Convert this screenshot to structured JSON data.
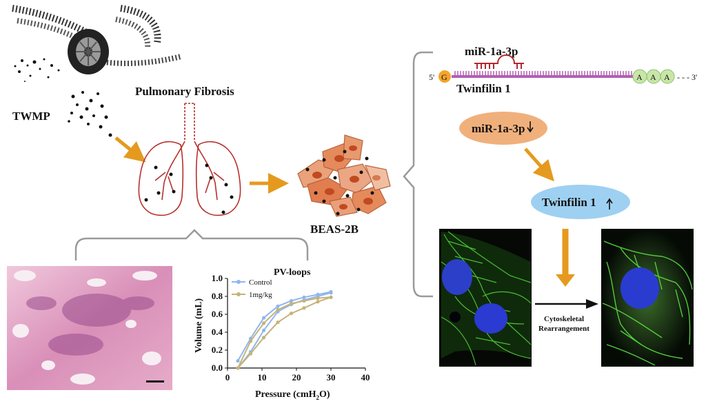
{
  "labels": {
    "twmp": "TWMP",
    "pulmonary_fibrosis": "Pulmonary Fibrosis",
    "beas2b": "BEAS-2B",
    "mirna": "miR-1a-3p",
    "five_prime": "5'",
    "g_cap": "G",
    "gene": "Twinfilin 1",
    "polyA": [
      "A",
      "A",
      "A"
    ],
    "three_prime": "- - - 3'",
    "mirna_down": "miR-1a-3p",
    "twf1_up": "Twinfilin 1",
    "cytoskeletal_line1": "Cytoskeletal",
    "cytoskeletal_line2": "Rearrangement"
  },
  "colors": {
    "arrow_orange": "#e59a1e",
    "mirna_red": "#b3282d",
    "mrna_purple": "#b25fb3",
    "cap_orange": "#f4a52a",
    "polyA_green": "#c8e6a8",
    "mirna_ellipse": "#f0b07c",
    "twf1_ellipse": "#9ed0f2",
    "lung_red": "#b72f2a",
    "cell_orange": "#e3855a",
    "control_series": "#8fb6ef",
    "treated_series": "#c5b378"
  },
  "chart_data": {
    "type": "line",
    "title": "PV-loops",
    "xlabel": "Pressure (cmH",
    "xlabel_sub": "2",
    "xlabel_end": "O)",
    "ylabel": "Volume (mL)",
    "xlim": [
      0,
      40
    ],
    "ylim": [
      0,
      1.0
    ],
    "xticks": [
      "0",
      "10",
      "20",
      "30",
      "40"
    ],
    "yticks": [
      "0.0",
      "0.2",
      "0.4",
      "0.6",
      "0.8",
      "1.0"
    ],
    "series": [
      {
        "name": "Control",
        "inflation": [
          [
            3,
            0.08
          ],
          [
            6.7,
            0.33
          ],
          [
            10.5,
            0.56
          ],
          [
            14.6,
            0.69
          ],
          [
            18.5,
            0.75
          ],
          [
            22.2,
            0.79
          ],
          [
            26.2,
            0.82
          ],
          [
            30,
            0.85
          ]
        ],
        "deflation": [
          [
            3,
            0.0
          ],
          [
            6.7,
            0.18
          ],
          [
            10.5,
            0.42
          ],
          [
            14.6,
            0.63
          ],
          [
            18.5,
            0.71
          ],
          [
            22.2,
            0.76
          ],
          [
            26.2,
            0.8
          ],
          [
            30,
            0.84
          ]
        ]
      },
      {
        "name": "1mg/kg",
        "inflation": [
          [
            3,
            0.0
          ],
          [
            6.7,
            0.3
          ],
          [
            10.5,
            0.5
          ],
          [
            14.6,
            0.65
          ],
          [
            18.5,
            0.72
          ],
          [
            22.2,
            0.75
          ],
          [
            26.2,
            0.78
          ],
          [
            30,
            0.79
          ]
        ],
        "deflation": [
          [
            3,
            0.0
          ],
          [
            6.7,
            0.16
          ],
          [
            10.5,
            0.34
          ],
          [
            14.6,
            0.51
          ],
          [
            18.5,
            0.61
          ],
          [
            22.2,
            0.67
          ],
          [
            26.2,
            0.74
          ],
          [
            30,
            0.79
          ]
        ]
      }
    ]
  }
}
